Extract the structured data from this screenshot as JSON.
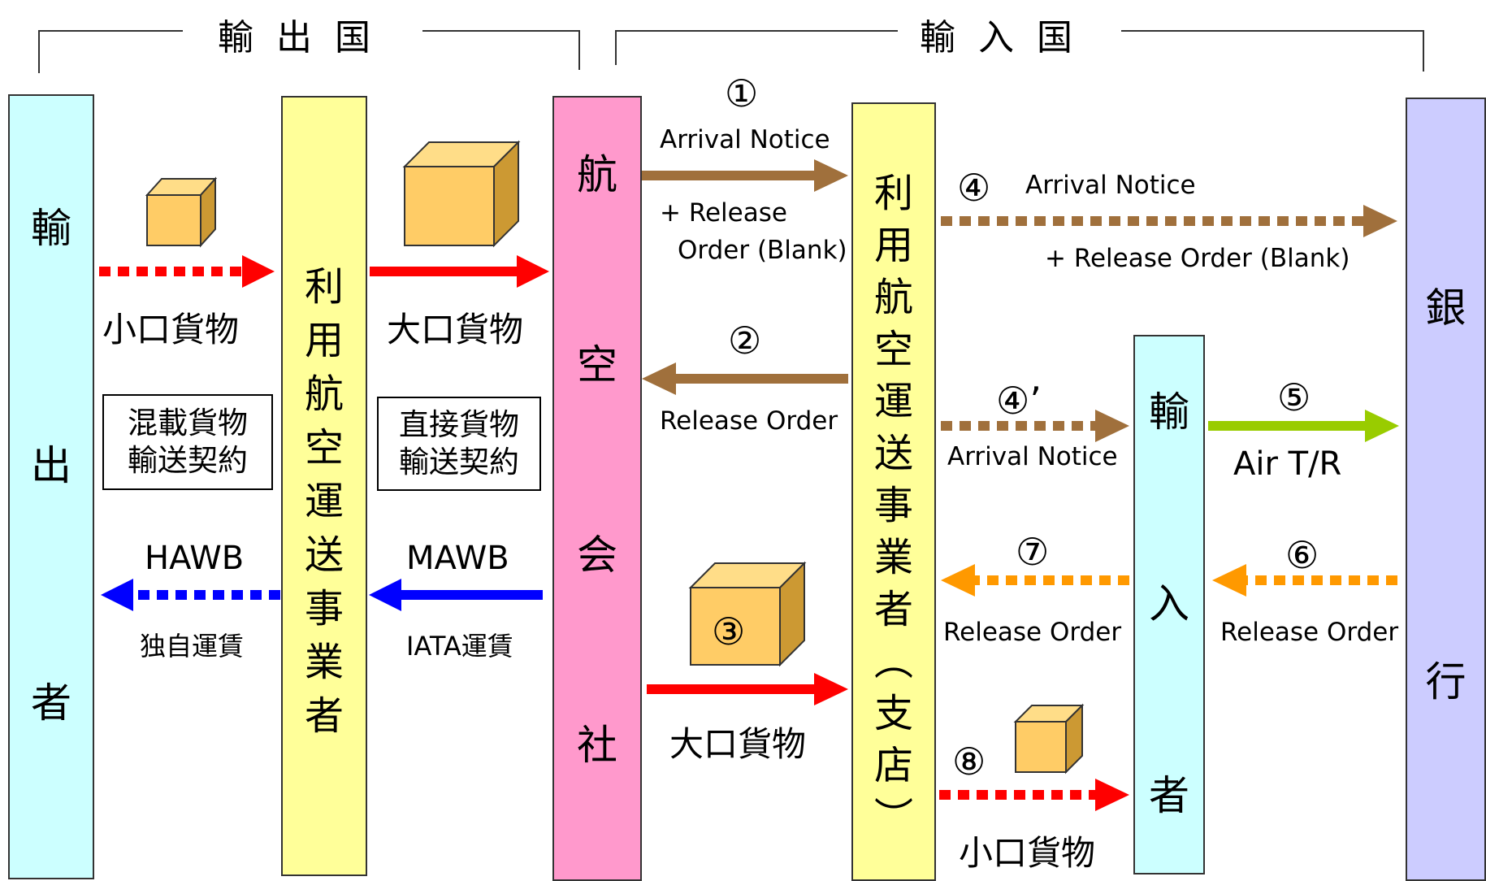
{
  "regions": {
    "export": "輸  出  国",
    "import": "輸  入  国"
  },
  "columns": {
    "exporter": "輸出者",
    "forwarder_export": "利用航空運送事業者",
    "airline": "航空会社",
    "forwarder_import": "利用航空運送事業者（支店）",
    "importer": "輸入者",
    "bank": "銀行"
  },
  "labels": {
    "small_cargo_1": "小口貨物",
    "large_cargo_1": "大口貨物",
    "consolidated_contract": [
      "混載貨物",
      "輸送契約"
    ],
    "direct_contract": [
      "直接貨物",
      "輸送契約"
    ],
    "hawb": "HAWB",
    "mawb": "MAWB",
    "own_rate": "独自運賃",
    "iata_rate": "IATA運賃",
    "step1": "①",
    "arrival_notice_1": "Arrival Notice",
    "release_blank_1a": "+ Release",
    "release_blank_1b": "Order (Blank)",
    "step2": "②",
    "release_order_2": "Release Order",
    "step3": "③",
    "large_cargo_3": "大口貨物",
    "step4": "④",
    "arrival_notice_4": "Arrival Notice",
    "release_blank_4": "+ Release Order (Blank)",
    "step4p": "④’",
    "arrival_notice_4p": "Arrival Notice",
    "step5": "⑤",
    "air_tr": "Air T/R",
    "step6": "⑥",
    "release_order_6": "Release Order",
    "step7": "⑦",
    "release_order_7": "Release Order",
    "step8": "⑧",
    "small_cargo_8": "小口貨物"
  },
  "colors": {
    "exporter": "#ccffff",
    "forwarder": "#ffff99",
    "airline": "#ff99cc",
    "importer": "#ccffff",
    "bank": "#ccccff",
    "red": "#ff0000",
    "blue": "#0000ff",
    "brown": "#a0703c",
    "green": "#99cc00",
    "orange": "#ff9900",
    "box_front": "#ffcc66",
    "box_side": "#cc9933"
  }
}
